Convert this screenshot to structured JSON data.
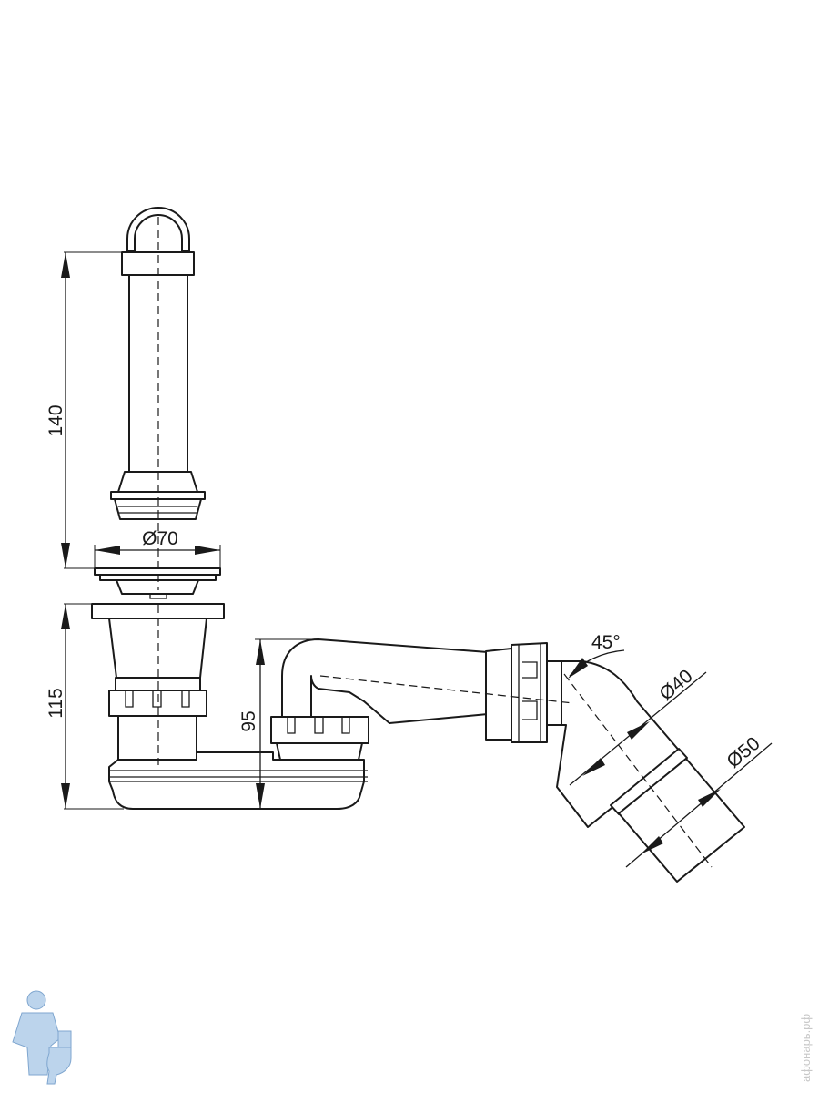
{
  "dimensions": {
    "height_standpipe": "140",
    "height_body": "115",
    "height_outlet": "95",
    "diameter_plate": "Ø70",
    "diameter_outlet_inner": "Ø40",
    "diameter_outlet_outer": "Ø50",
    "angle_elbow": "45°"
  },
  "watermark": {
    "site": "афонарь.рф"
  },
  "colors": {
    "line": "#1a1a1a",
    "background": "#ffffff",
    "logo": "#bcd4ec",
    "watermark": "#c8c8c8"
  },
  "icons": {
    "logo": "plumber-with-toilet-logo"
  }
}
